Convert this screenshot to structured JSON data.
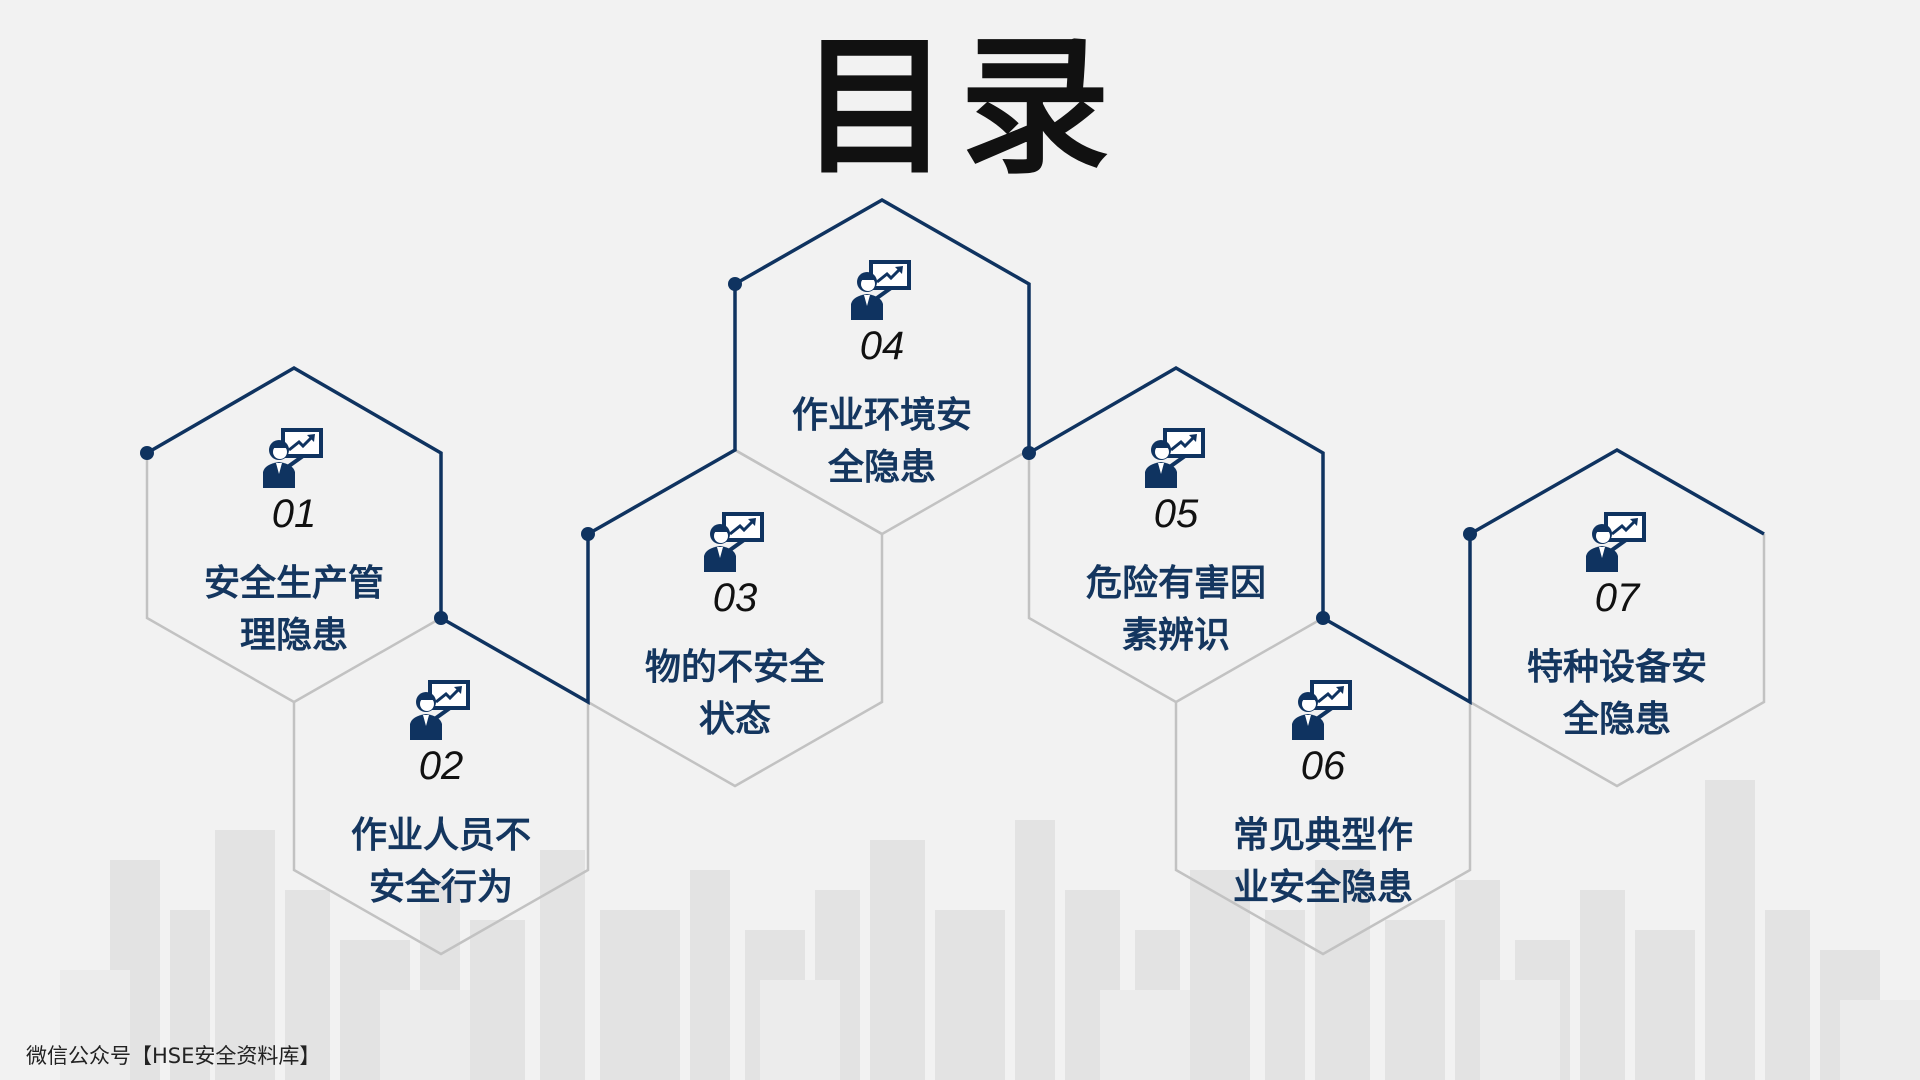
{
  "title": "目录",
  "items": [
    {
      "num": "01",
      "label": "安全生产管理隐患"
    },
    {
      "num": "02",
      "label": "作业人员不安全行为"
    },
    {
      "num": "03",
      "label": "物的不安全状态"
    },
    {
      "num": "04",
      "label": "作业环境安全隐患"
    },
    {
      "num": "05",
      "label": "危险有害因素辨识"
    },
    {
      "num": "06",
      "label": "常见典型作业安全隐患"
    },
    {
      "num": "07",
      "label": "特种设备安全隐患"
    }
  ],
  "footer": "微信公众号【HSE安全资料库】",
  "colors": {
    "accent": "#0f3360",
    "hex_gray": "#c2c2c2",
    "label": "#14365f",
    "background": "#f2f2f2"
  },
  "icon": "presenter-board-icon"
}
